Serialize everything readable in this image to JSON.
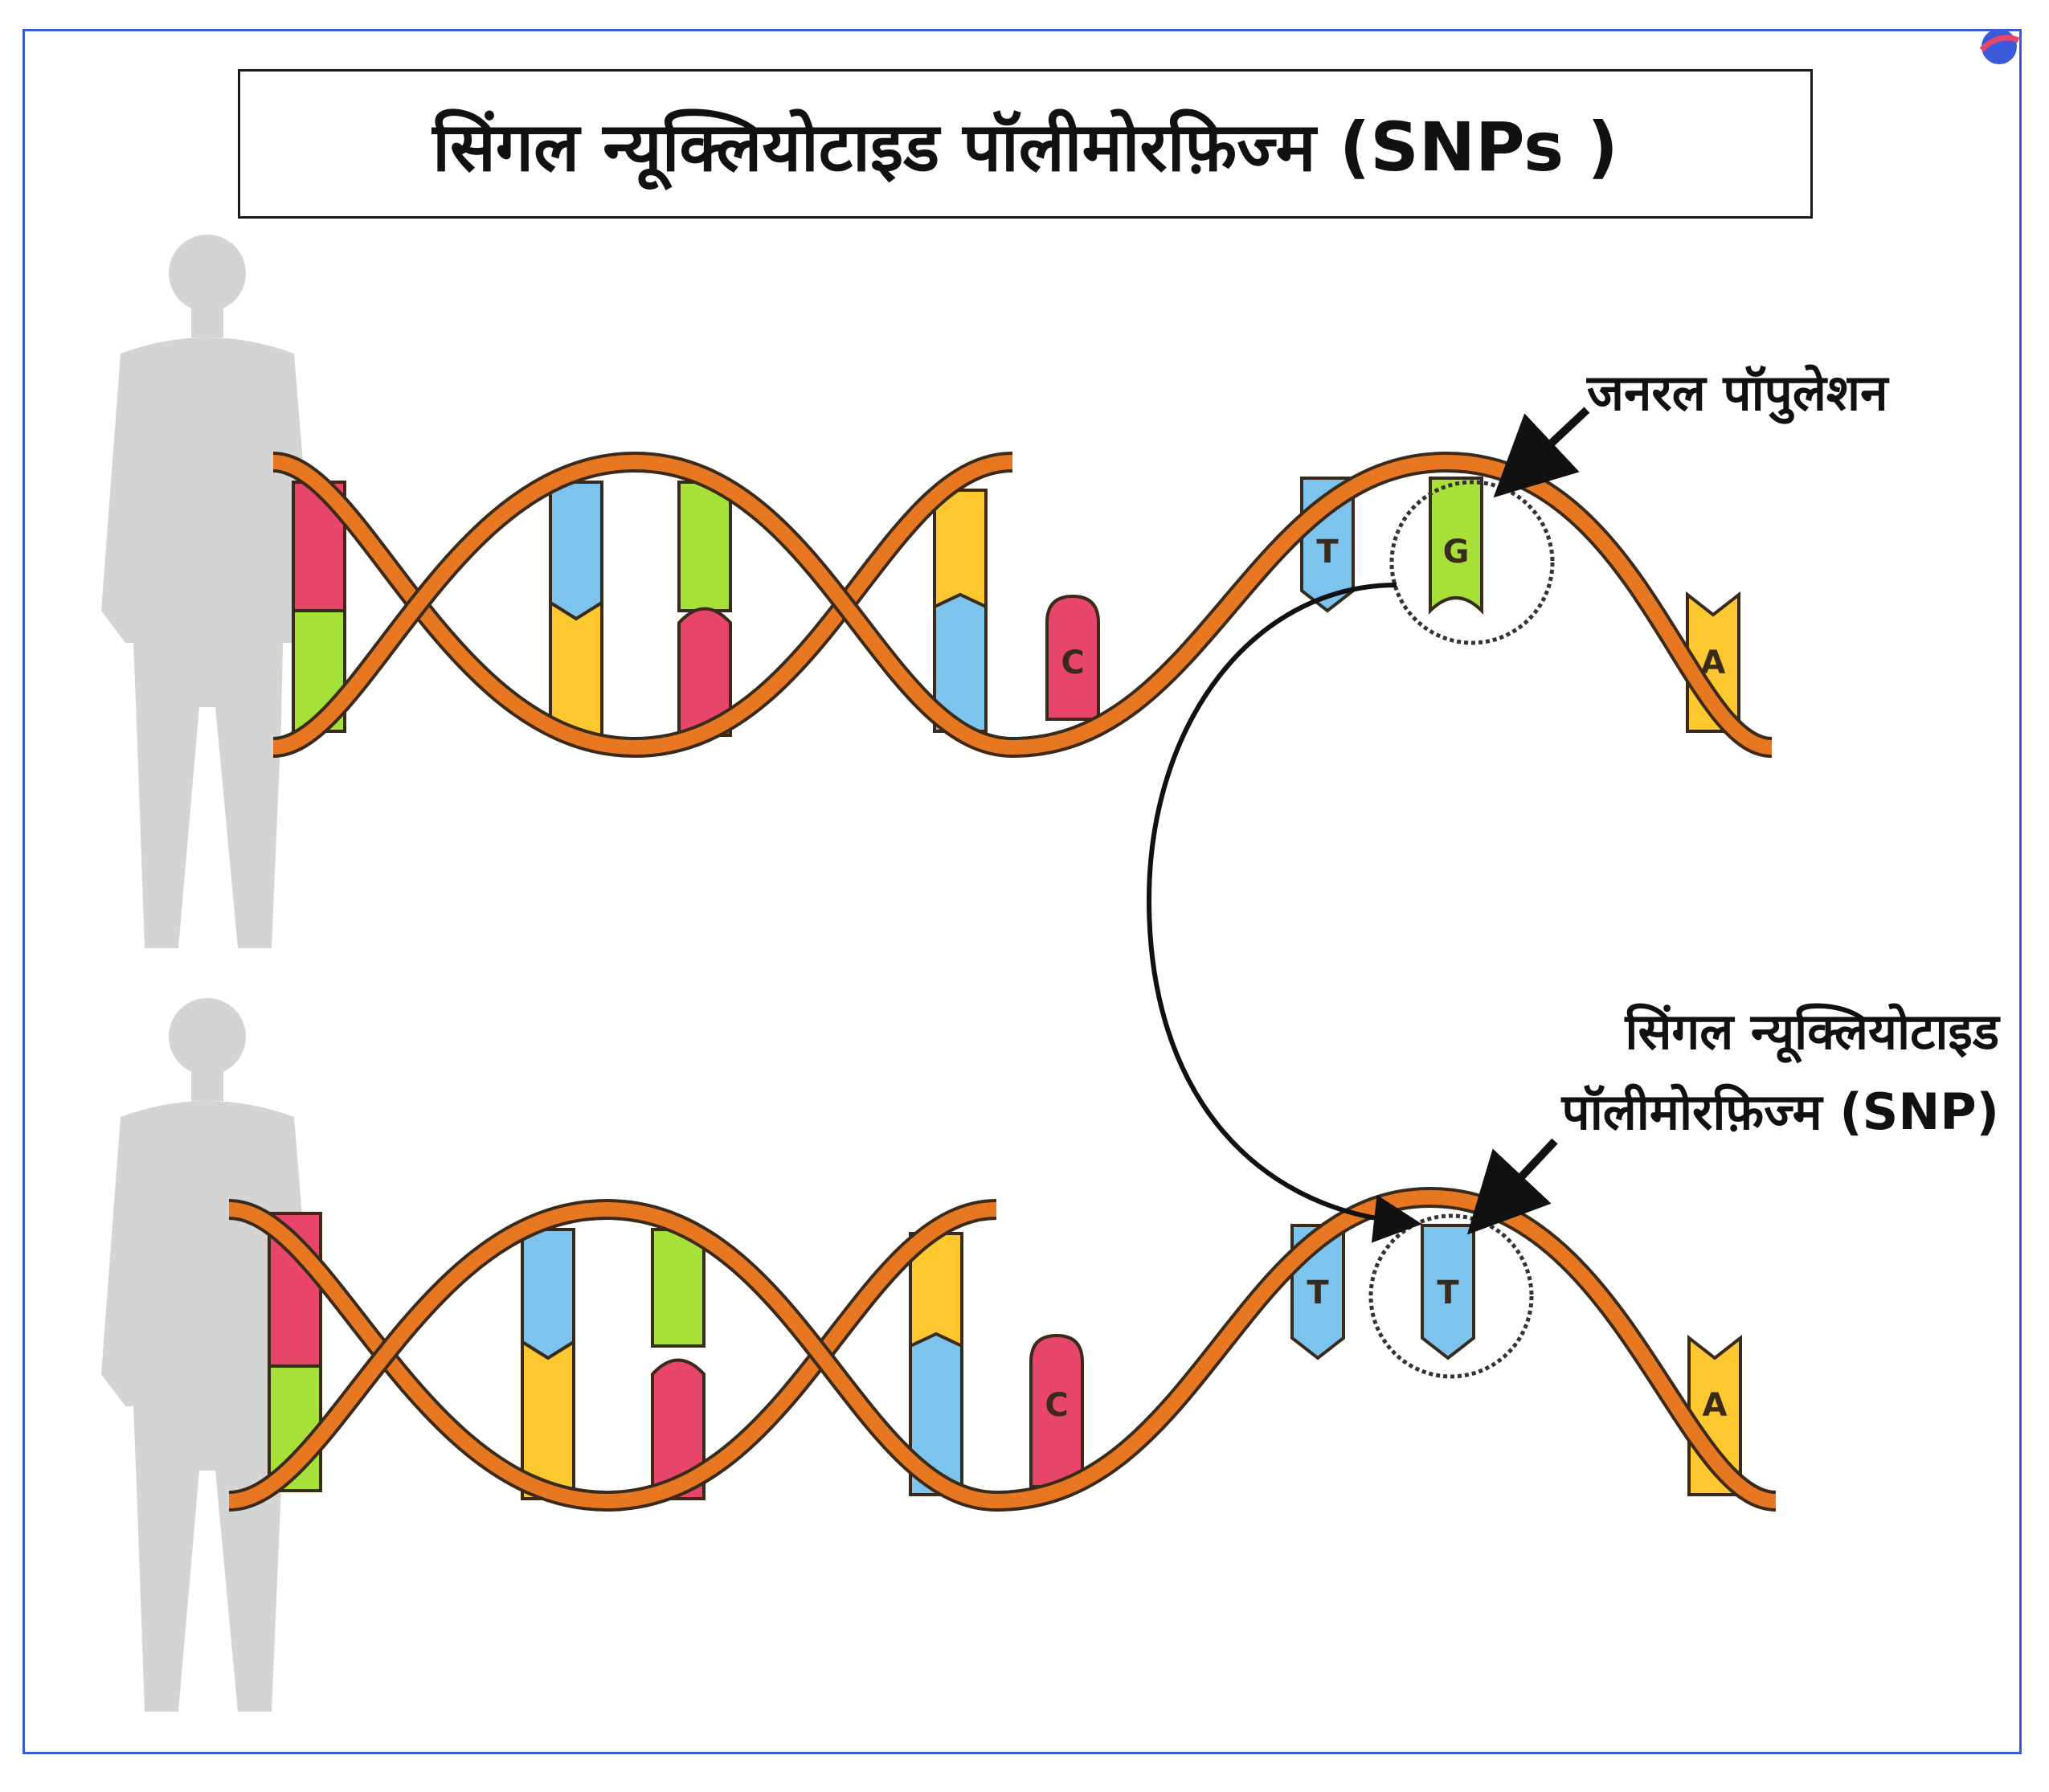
{
  "title": "सिंगल न्यूक्लियोटाइड पॉलीमोरफ़िज्म (SNPs )",
  "labels": {
    "general_population": "जनरल पॉपुलेशन",
    "snp_line1": "सिंगल न्यूक्लियोटाइड",
    "snp_line2": "पॉलीमोरफ़िज्म (SNP)"
  },
  "top_helix": {
    "bases": [
      "C",
      "T",
      "G",
      "A"
    ]
  },
  "bottom_helix": {
    "bases": [
      "C",
      "T",
      "T",
      "A"
    ]
  },
  "colors": {
    "frame": "#3b5bdb",
    "strand": "#e87722",
    "strand_outline": "#3a2a1a",
    "base_blue": "#7cc4ee",
    "base_yellow": "#fdc72f",
    "base_green": "#a8e03a",
    "base_red": "#e8456a",
    "silhouette": "#d4d4d4"
  }
}
